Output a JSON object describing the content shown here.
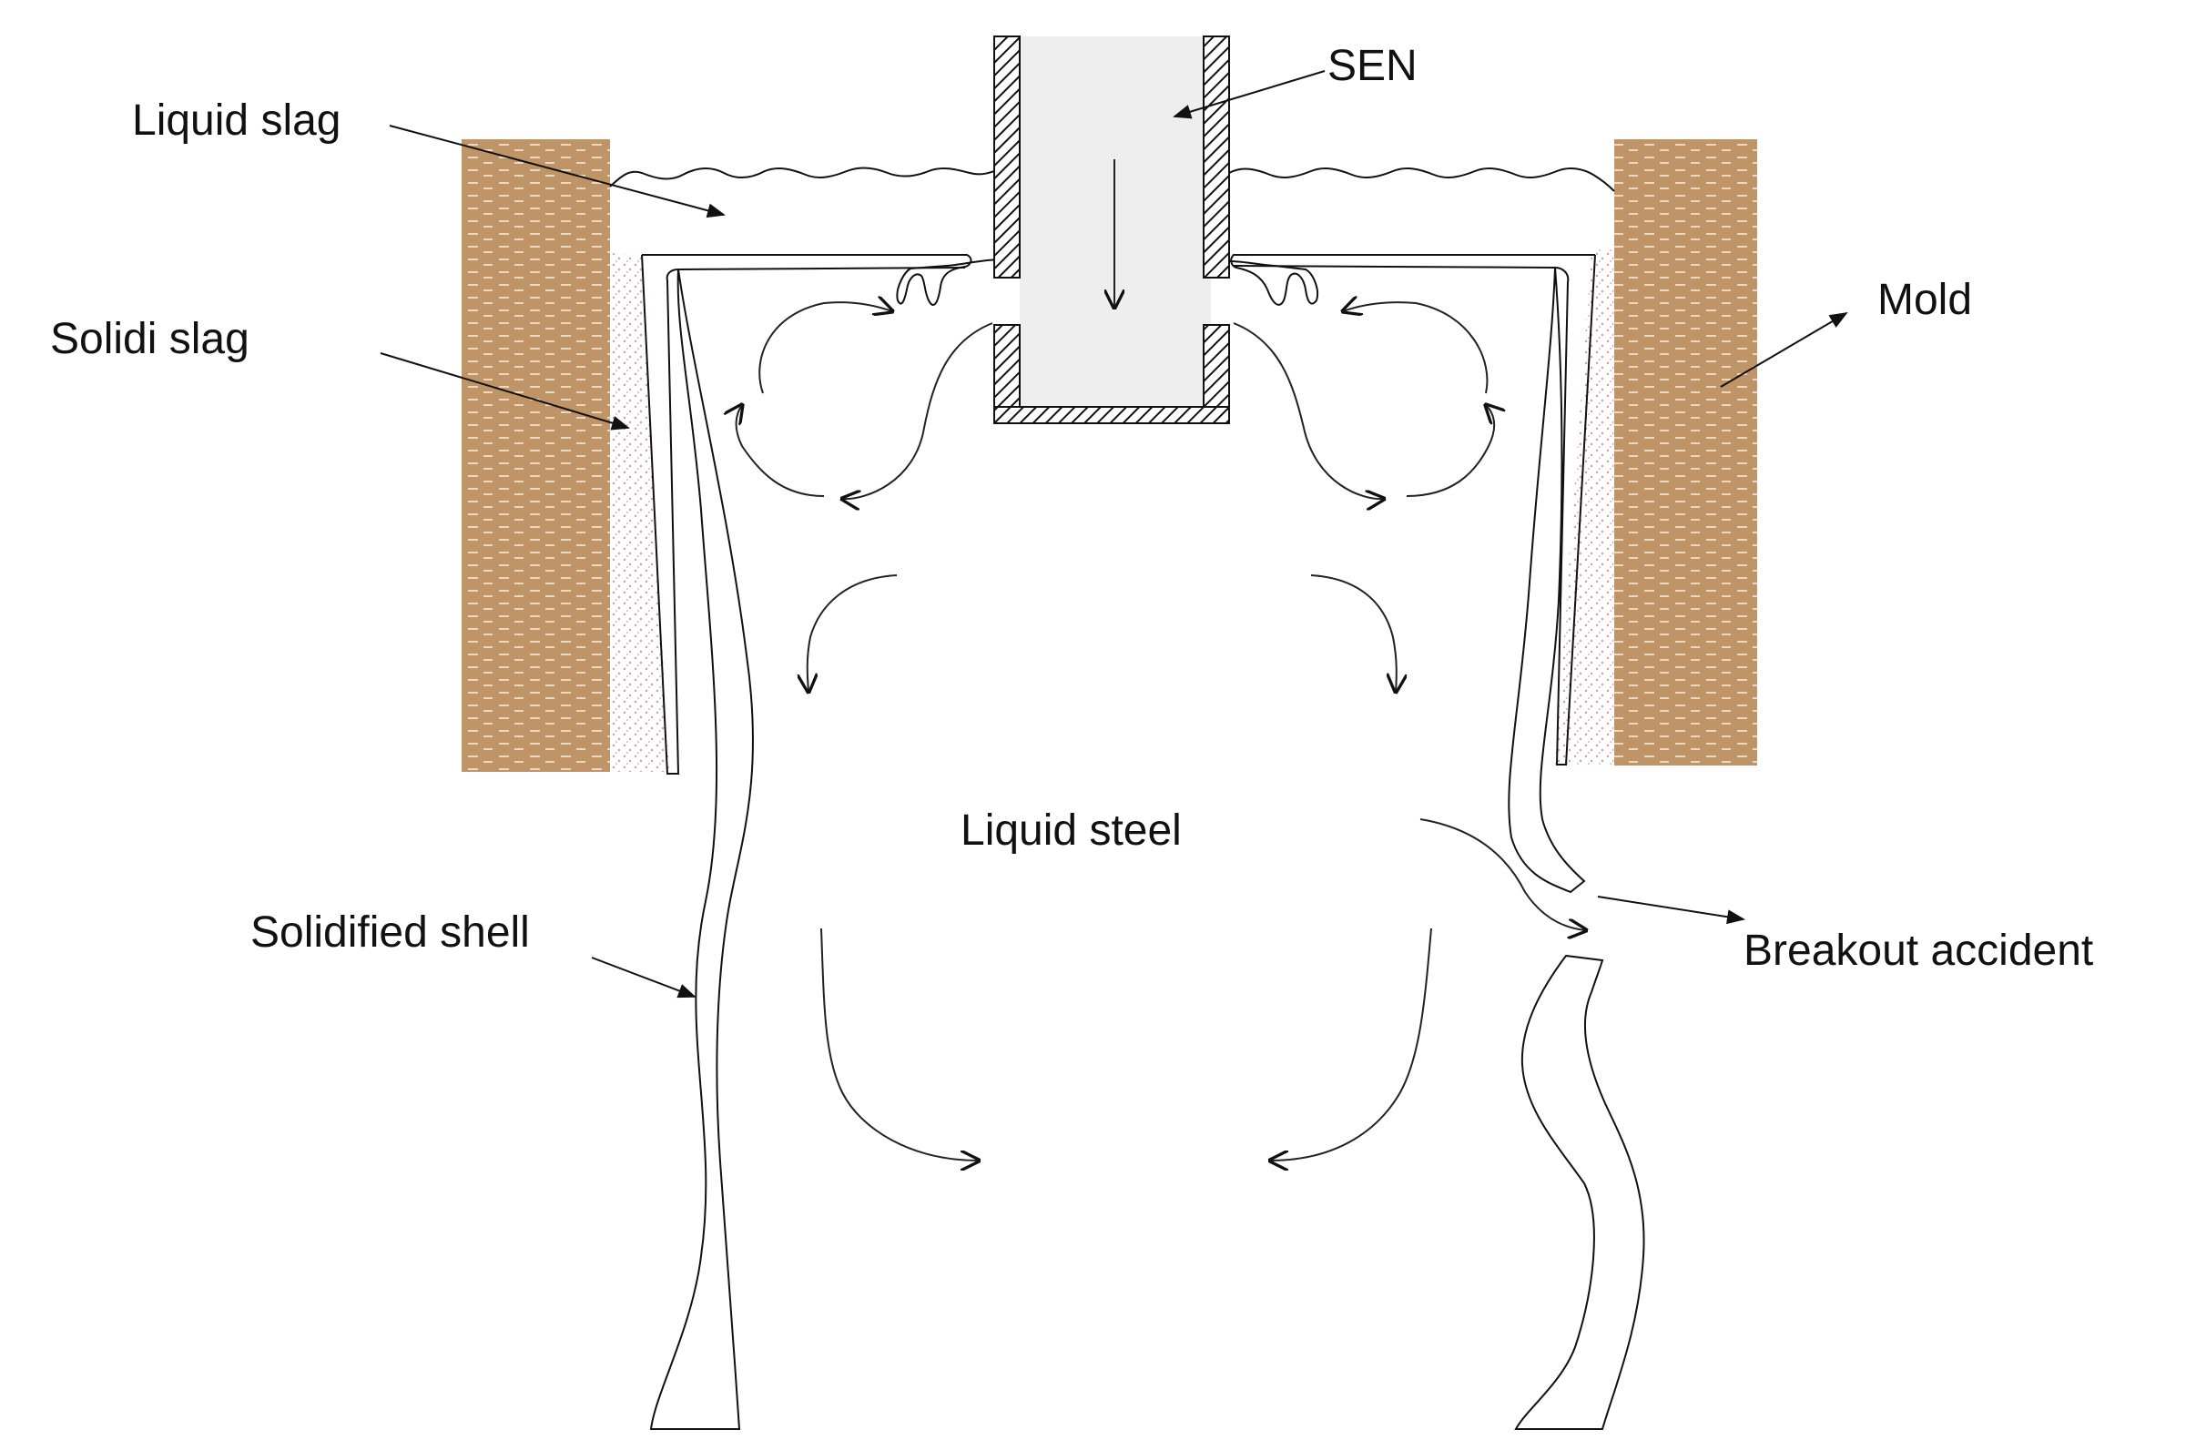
{
  "labels": {
    "sen": "SEN",
    "liquid_slag": "Liquid slag",
    "solid_slag": "Solidi slag",
    "mold": "Mold",
    "liquid_steel": "Liquid steel",
    "solidified_shell": "Solidified shell",
    "breakout": "Breakout accident"
  },
  "colors": {
    "mold_fill": "#BF9466",
    "mold_stripe": "#EBD8C2",
    "solid_slag_dots": "#D49AA8",
    "sen_fill": "#EEEEEE",
    "line": "#111111"
  },
  "icons": {
    "mold_left": "mold-wall-block",
    "mold_right": "mold-wall-block",
    "sen": "nozzle-tube"
  }
}
